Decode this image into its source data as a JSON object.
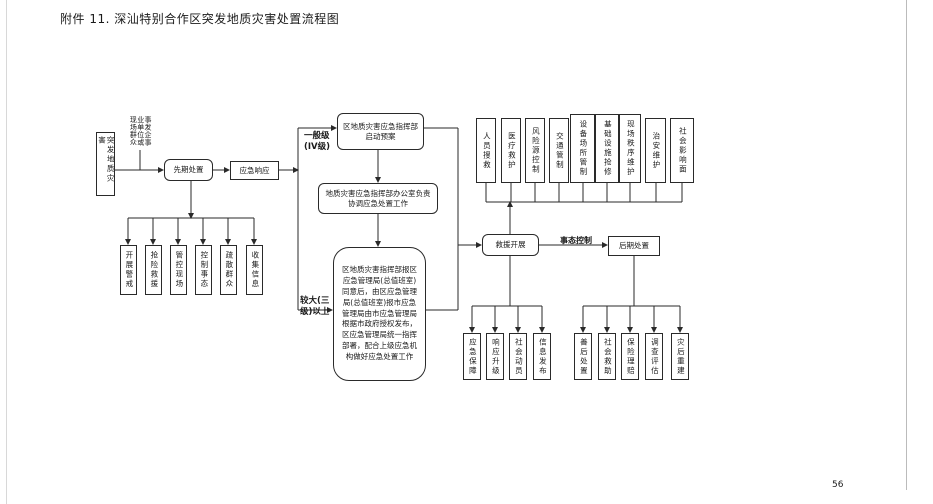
{
  "header": {
    "title": "附件 11. 深汕特别合作区突发地质灾害处置流程图"
  },
  "footer": {
    "page_number": "56"
  },
  "nodes": {
    "start": "突发地质灾害",
    "reporters": "事发企事业单位或现场群众",
    "first_response": "先期处置",
    "emergency_response": "应急响应",
    "first_actions": [
      "开展警戒",
      "抢险救援",
      "管控现场",
      "控制事态",
      "疏散群众",
      "收集信息"
    ],
    "level_general": "一般级(IV级)",
    "level_major": "较大(三级)以上",
    "hq_activation": "区地质灾害应急指挥部启动预案",
    "office_coordination": "地质灾害应急指挥部办公室负责协调应急处置工作",
    "major_process": "区地质灾害指挥部报区应急管理局(总值班室)同意后，由区应急管理局(总值班室)报市应急管理局由市应急管理局根据市政府授权发布，区应急管理局统一指挥部署，配合上级应急机构做好应急处置工作",
    "rescue": "救援开展",
    "control_label": "事态控制",
    "aftermath": "后期处置",
    "rescue_tasks": [
      "人员搜救",
      "医疗救护",
      "风险源控制",
      "交通管制",
      "设备场所管制",
      "基础设施抢修",
      "现场秩序维护",
      "治安维护",
      "社会影响面"
    ],
    "support_tasks": [
      "应急保障",
      "响应升级",
      "社会动员",
      "信息发布"
    ],
    "after_tasks": [
      "善后处置",
      "社会救助",
      "保险理赔",
      "调查评估",
      "灾后重建"
    ]
  }
}
